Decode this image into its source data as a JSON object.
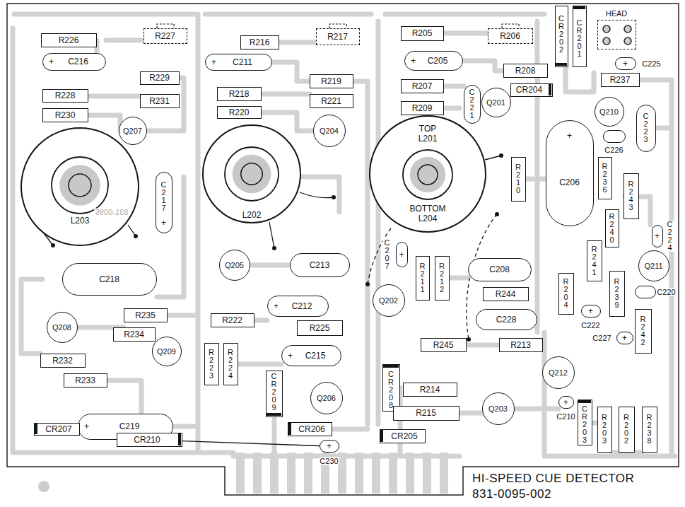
{
  "diagram": {
    "title": "HI-SPEED CUE DETECTOR",
    "caption": "831-0095-002",
    "nodes": [
      {
        "text": [
          "R226"
        ]
      },
      {
        "text": [
          "R227"
        ]
      },
      {
        "text": [
          "R216"
        ]
      },
      {
        "text": [
          "R217"
        ]
      },
      {
        "text": [
          "R205"
        ]
      },
      {
        "text": [
          "R206"
        ]
      },
      {
        "text": [
          "CR202"
        ]
      },
      {
        "text": [
          "CR201"
        ]
      },
      {
        "text": [
          "HEAD"
        ]
      },
      {
        "text": [
          "+",
          "C216"
        ]
      },
      {
        "text": [
          "+",
          "C211"
        ]
      },
      {
        "text": [
          "+",
          "C205"
        ]
      },
      {
        "text": [
          "+",
          "C225"
        ]
      },
      {
        "text": [
          "R208"
        ]
      },
      {
        "text": [
          "R229"
        ]
      },
      {
        "text": [
          "R219"
        ]
      },
      {
        "text": [
          "R237"
        ]
      },
      {
        "text": [
          "R207"
        ]
      },
      {
        "text": [
          "CR204"
        ]
      },
      {
        "text": [
          "C221"
        ]
      },
      {
        "text": [
          "R218"
        ]
      },
      {
        "text": [
          "R228"
        ]
      },
      {
        "text": [
          "R231"
        ]
      },
      {
        "text": [
          "R221"
        ]
      },
      {
        "text": [
          "Q201"
        ]
      },
      {
        "text": [
          "R209"
        ]
      },
      {
        "text": [
          "R220"
        ]
      },
      {
        "text": [
          "R230"
        ]
      },
      {
        "text": [
          "C223"
        ]
      },
      {
        "text": [
          "Q210"
        ]
      },
      {
        "text": [
          "+",
          "C206"
        ]
      },
      {
        "text": [
          "Q207"
        ]
      },
      {
        "text": [
          "Q204"
        ]
      },
      {
        "text": [
          "C226"
        ]
      },
      {
        "text": [
          "L203"
        ]
      },
      {
        "text": [
          "L202"
        ]
      },
      {
        "text": [
          "TOP L201",
          "BOTTOM L204"
        ]
      },
      {
        "text": [
          "R210"
        ]
      },
      {
        "text": [
          "R236"
        ]
      },
      {
        "text": [
          "C217",
          "+"
        ]
      },
      {
        "text": [
          "R243"
        ]
      },
      {
        "text": [
          "R240"
        ]
      },
      {
        "text": [
          "+",
          "C224"
        ]
      },
      {
        "text": [
          "+",
          "C207"
        ]
      },
      {
        "text": [
          "R241"
        ]
      },
      {
        "text": [
          "C218"
        ]
      },
      {
        "text": [
          "C213"
        ]
      },
      {
        "text": [
          "C208"
        ]
      },
      {
        "text": [
          "R211"
        ]
      },
      {
        "text": [
          "R212"
        ]
      },
      {
        "text": [
          "Q205"
        ]
      },
      {
        "text": [
          "Q211"
        ]
      },
      {
        "text": [
          "R204"
        ]
      },
      {
        "text": [
          "R239"
        ]
      },
      {
        "text": [
          "R244"
        ]
      },
      {
        "text": [
          "C220"
        ]
      },
      {
        "text": [
          "+",
          "C212"
        ]
      },
      {
        "text": [
          "Q202"
        ]
      },
      {
        "text": [
          "+",
          "C222"
        ]
      },
      {
        "text": [
          "R235"
        ]
      },
      {
        "text": [
          "C228"
        ]
      },
      {
        "text": [
          "R242"
        ]
      },
      {
        "text": [
          "R222"
        ]
      },
      {
        "text": [
          "R225"
        ]
      },
      {
        "text": [
          "Q208"
        ]
      },
      {
        "text": [
          "R234"
        ]
      },
      {
        "text": [
          "+",
          "C227"
        ]
      },
      {
        "text": [
          "R245"
        ]
      },
      {
        "text": [
          "R213"
        ]
      },
      {
        "text": [
          "Q209"
        ]
      },
      {
        "text": [
          "+",
          "C215"
        ]
      },
      {
        "text": [
          "R223"
        ]
      },
      {
        "text": [
          "R224"
        ]
      },
      {
        "text": [
          "R232"
        ]
      },
      {
        "text": [
          "CR208"
        ]
      },
      {
        "text": [
          "CR209"
        ]
      },
      {
        "text": [
          "Q212"
        ]
      },
      {
        "text": [
          "R233"
        ]
      },
      {
        "text": [
          "R214"
        ]
      },
      {
        "text": [
          "Q206"
        ]
      },
      {
        "text": [
          "+",
          "C210"
        ]
      },
      {
        "text": [
          "CR203"
        ]
      },
      {
        "text": [
          "R215"
        ]
      },
      {
        "text": [
          "Q203"
        ]
      },
      {
        "text": [
          "R203"
        ]
      },
      {
        "text": [
          "R202"
        ]
      },
      {
        "text": [
          "R238"
        ]
      },
      {
        "text": [
          "+",
          "C219"
        ]
      },
      {
        "text": [
          "CR207"
        ]
      },
      {
        "text": [
          "CR206"
        ]
      },
      {
        "text": [
          "CR205"
        ]
      },
      {
        "text": [
          "CR210"
        ]
      },
      {
        "text": [
          "+",
          "C230"
        ]
      }
    ],
    "edges": [
      {
        "from": 91,
        "to": 92,
        "arrow": "none"
      }
    ],
    "labels": [
      "831-0095"
    ]
  }
}
